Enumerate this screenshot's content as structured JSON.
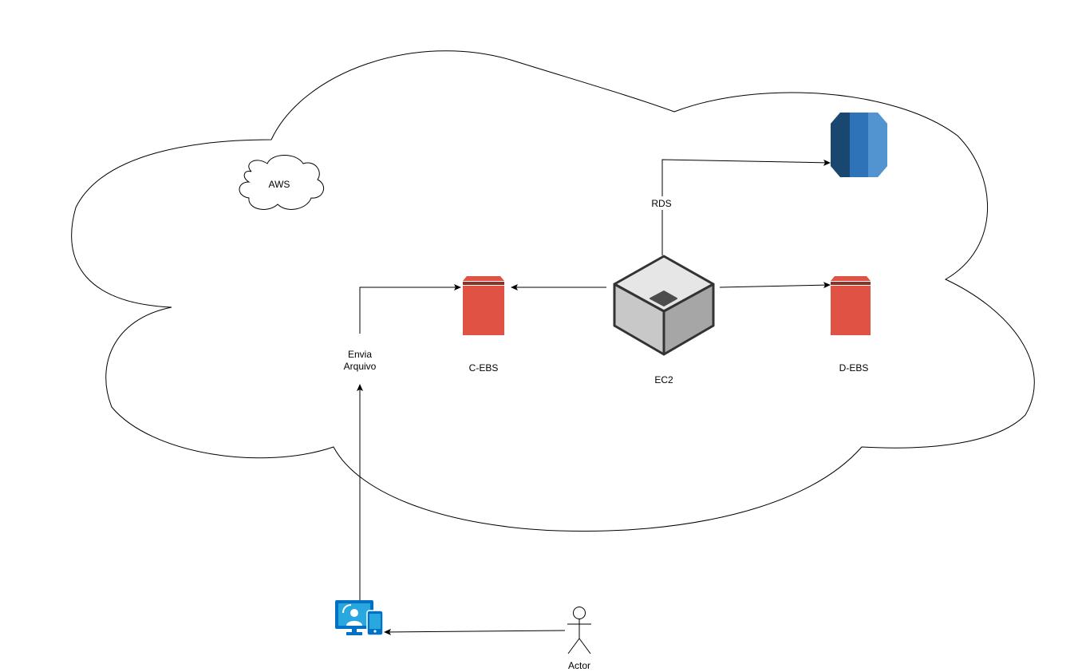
{
  "labels": {
    "aws": "AWS",
    "rds": "RDS",
    "c_ebs": "C-EBS",
    "ec2": "EC2",
    "d_ebs": "D-EBS",
    "envia_line1": "Envia",
    "envia_line2": "Arquivo",
    "actor": "Actor"
  },
  "colors": {
    "ebs_red": "#e05243",
    "ebs_dark": "#8c3123",
    "rds_dark": "#1a476f",
    "rds_mid": "#2e73b8",
    "rds_light": "#5294cf",
    "device_blue": "#0072c6"
  },
  "icons": [
    "cloud-icon",
    "rds-database-icon",
    "ebs-volume-icon",
    "ec2-instance-icon",
    "computer-device-icon",
    "actor-icon"
  ]
}
